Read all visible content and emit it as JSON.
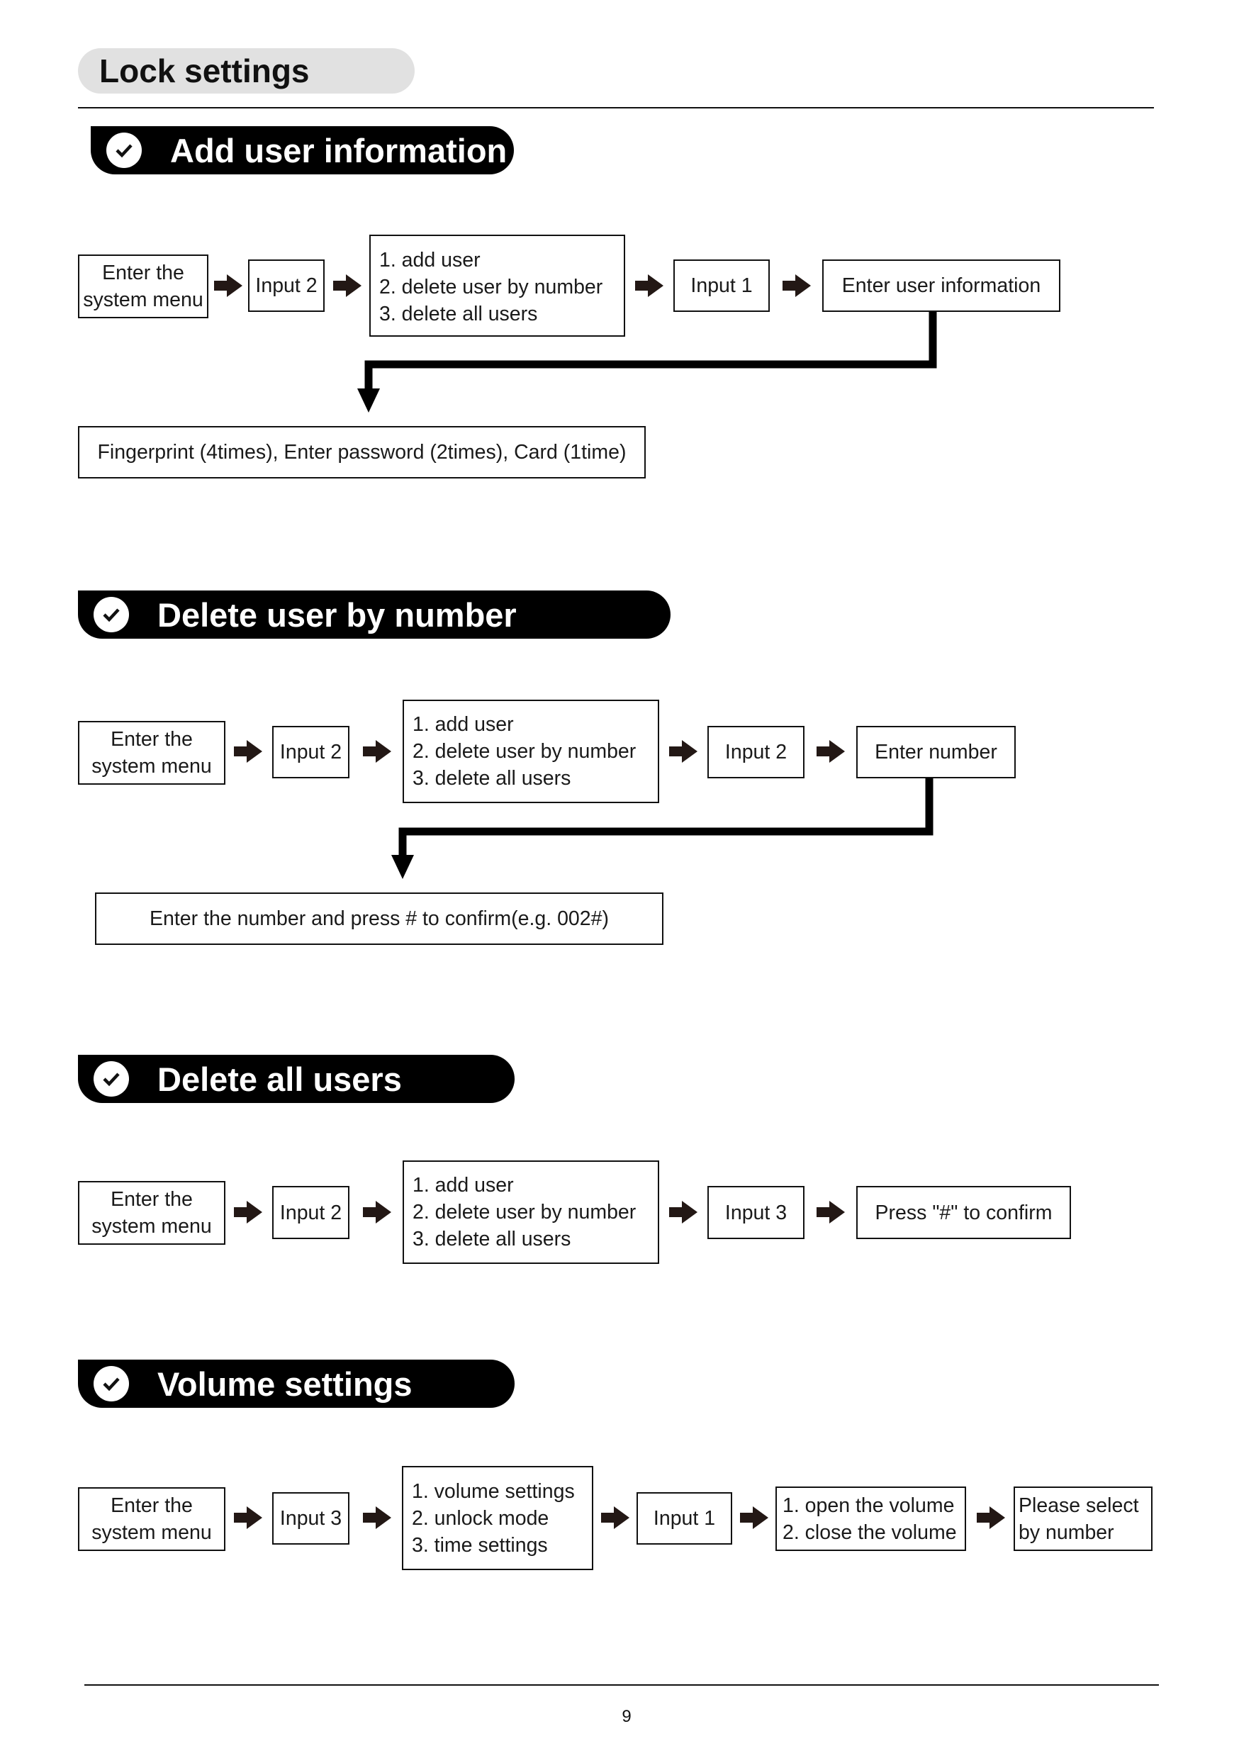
{
  "page_title": "Lock settings",
  "page_number": "9",
  "arrow_color": "#231815",
  "sections": [
    {
      "title": "Add user information",
      "steps": [
        {
          "lines": [
            "Enter the",
            "system menu"
          ]
        },
        {
          "lines": [
            "Input 2"
          ]
        },
        {
          "lines": [
            "1. add user",
            "2. delete user by number",
            "3. delete all users"
          ]
        },
        {
          "lines": [
            "Input 1"
          ]
        },
        {
          "lines": [
            "Enter user information"
          ]
        }
      ],
      "result": "Fingerprint (4times), Enter password (2times), Card (1time)"
    },
    {
      "title": "Delete user by number",
      "steps": [
        {
          "lines": [
            "Enter the",
            "system menu"
          ]
        },
        {
          "lines": [
            "Input 2"
          ]
        },
        {
          "lines": [
            "1. add user",
            "2. delete user by number",
            "3. delete all users"
          ]
        },
        {
          "lines": [
            "Input 2"
          ]
        },
        {
          "lines": [
            "Enter number"
          ]
        }
      ],
      "result": "Enter the number and press # to confirm(e.g. 002#)"
    },
    {
      "title": "Delete all users",
      "steps": [
        {
          "lines": [
            "Enter the",
            "system menu"
          ]
        },
        {
          "lines": [
            "Input 2"
          ]
        },
        {
          "lines": [
            "1. add user",
            "2. delete user by number",
            "3. delete all users"
          ]
        },
        {
          "lines": [
            "Input 3"
          ]
        },
        {
          "lines": [
            "Press \"#\" to confirm"
          ]
        }
      ]
    },
    {
      "title": "Volume settings",
      "steps": [
        {
          "lines": [
            "Enter the",
            "system menu"
          ]
        },
        {
          "lines": [
            "Input 3"
          ]
        },
        {
          "lines": [
            "1. volume settings",
            "2. unlock mode",
            "3. time settings"
          ]
        },
        {
          "lines": [
            "Input 1"
          ]
        },
        {
          "lines": [
            "1. open the volume",
            "2. close the volume"
          ]
        },
        {
          "lines": [
            "Please select",
            "by number"
          ]
        }
      ]
    }
  ]
}
